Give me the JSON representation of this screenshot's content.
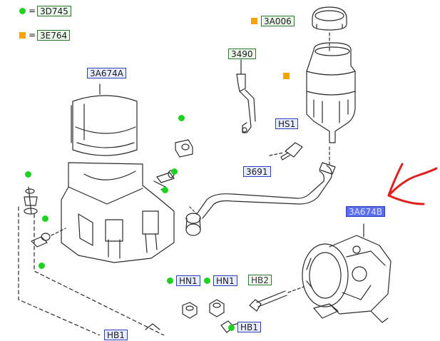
{
  "legend": [
    {
      "code": "3D745",
      "marker": "green-dot",
      "eq": "="
    },
    {
      "code": "3E764",
      "marker": "orange-square",
      "eq": "="
    }
  ],
  "parts": {
    "p3A006": "3A006",
    "p3490": "3490",
    "p3A674A": "3A674A",
    "pHS1": "HS1",
    "p3691": "3691",
    "p3A674B": "3A674B",
    "pHN1a": "HN1",
    "pHN1b": "HN1",
    "pHB2": "HB2",
    "pHB1a": "HB1",
    "pHB1b": "HB1"
  },
  "colors": {
    "green_marker": "#1fd21f",
    "orange_marker": "#f5a400",
    "arrow": "#e02020",
    "selected_label": "#5b6ef0"
  }
}
